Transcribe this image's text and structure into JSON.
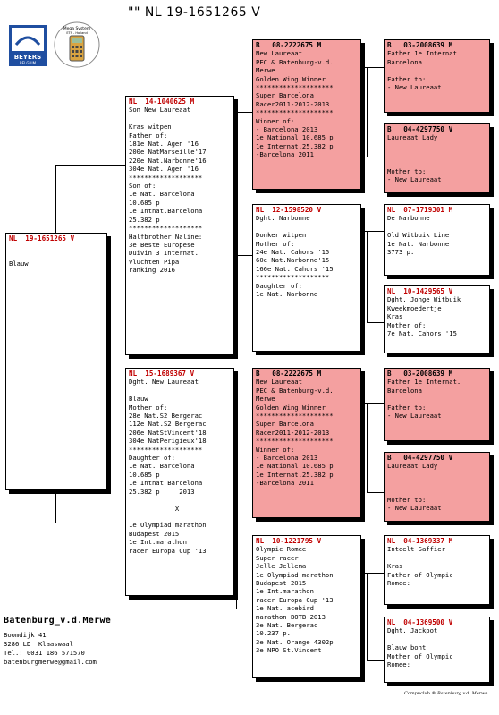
{
  "title": "\"\"  NL  19-1651265 V",
  "logos": {
    "beyers": "BEYERS",
    "beyers_sub": "BELGIUM",
    "mega": "Mega System",
    "mega_sub": "ETS - Holland"
  },
  "pigeons": [
    {
      "id": "p0",
      "header": "NL  19-1651265 V",
      "pink": false,
      "body": "\n\nBlauw"
    },
    {
      "id": "p1",
      "header": "NL  14-1040625 M",
      "pink": false,
      "body": "Son New Laureaat\n\nKras witpen\nFather of:\n181e Nat. Agen '16\n200e NatMarseille'17\n220e Nat.Narbonne'16\n304e Nat. Agen '16\n*******************\nSon of:\n1e Nat. Barcelona\n10.685 p\n1e Intnat.Barcelona\n25.382 p\n*******************\nHalfbrother Naline:\n3e Beste Europese\nDuivin 3 Internat.\nvluchten Pipa\nranking 2016"
    },
    {
      "id": "p2",
      "header": "NL  15-1689367 V",
      "pink": false,
      "body": "Dght. New Laureaat\n\nBlauw\nMother of:\n28e Nat.S2 Bergerac\n112e Nat.S2 Bergerac\n206e NatStVincent'18\n304e NatPerigieux'18\n*******************\nDaughter of:\n1e Nat. Barcelona\n10.685 p\n1e Intnat Barcelona\n25.382 p     2013\n\n            X\n\n1e Olympiad marathon\nBudapest 2015\n1e Int.marathon\nracer Europa Cup '13"
    },
    {
      "id": "p3",
      "header": "B   08-2222675 M",
      "pink": true,
      "body": "New Laureaat\nPEC & Batenburg-v.d.\nMerwe\nGolden Wing Winner\n********************\nSuper Barcelona\nRacer2011-2012-2013\n********************\nWinner of:\n- Barcelona 2013\n1e National 10.685 p\n1e Internat.25.382 p\n-Barcelona 2011"
    },
    {
      "id": "p4",
      "header": "NL  12-1598520 V",
      "pink": false,
      "body": "Dght. Narbonne\n\nDonker witpen\nMother of:\n24e Nat. Cahors '15\n60e Nat.Narbonne'15\n166e Nat. Cahors '15\n*******************\nDaughter of:\n1e Nat. Narbonne"
    },
    {
      "id": "p5",
      "header": "B   08-2222675 M",
      "pink": true,
      "body": "New Laureaat\nPEC & Batenburg-v.d.\nMerwe\nGolden Wing Winner\n********************\nSuper Barcelona\nRacer2011-2012-2013\n********************\nWinner of:\n- Barcelona 2013\n1e National 10.685 p\n1e Internat.25.382 p\n-Barcelona 2011"
    },
    {
      "id": "p6",
      "header": "NL  10-1221795 V",
      "pink": false,
      "body": "Olympic Romee\nSuper racer\nJelle Jellema\n1e Olympiad marathon\nBudapest 2015\n1e Int.marathon\nracer Europa Cup '13\n1e Nat. acebird\nmarathon BOTB 2013\n3e Nat. Bergerac\n10.237 p.\n3e Nat. Orange 4302p\n3e NPO St.Vincent"
    },
    {
      "id": "p7",
      "header": "B   03-2008639 M",
      "pink": true,
      "body": "Father 1e Internat.\nBarcelona\n\nFather to:\n- New Laureaat"
    },
    {
      "id": "p8",
      "header": "B   04-4297750 V",
      "pink": true,
      "body": "Laureaat Lady\n\n\n\nMother to:\n- New Laureaat"
    },
    {
      "id": "p9",
      "header": "NL  07-1719301 M",
      "pink": false,
      "body": "De Narbonne\n\nOld Witbuik Line\n1e Nat. Narbonne\n3773 p."
    },
    {
      "id": "p10",
      "header": "NL  10-1429565 V",
      "pink": false,
      "body": "Dght. Jonge Witbuik\nKweekmoedertje\nKras\nMother of:\n7e Nat. Cahors '15"
    },
    {
      "id": "p11",
      "header": "B   03-2008639 M",
      "pink": true,
      "body": "Father 1e Internat.\nBarcelona\n\nFather to:\n- New Laureaat"
    },
    {
      "id": "p12",
      "header": "B   04-4297750 V",
      "pink": true,
      "body": "Laureaat Lady\n\n\n\nMother to:\n- New Laureaat"
    },
    {
      "id": "p13",
      "header": "NL  04-1369337 M",
      "pink": false,
      "body": "Inteelt Saffier\n\nKras\nFather of Olympic\nRomee:"
    },
    {
      "id": "p14",
      "header": "NL  04-1369500 V",
      "pink": false,
      "body": "Dght. Jackpot\n\nBlauw bont\nMother of Olympic\nRomee:"
    }
  ],
  "owner": {
    "name": "Batenburg_v.d.Merwe",
    "street": "Boomdijk 41",
    "city": "3286 LD  Klaaswaal",
    "phone": "Tel.: 0031 186 571570",
    "email": "batenburgmerwe@gmail.com"
  },
  "footer": "Compuclub ® Batenburg v.d. Merwe",
  "colors": {
    "pink": "#f4a0a0",
    "header_red": "#c00000"
  }
}
